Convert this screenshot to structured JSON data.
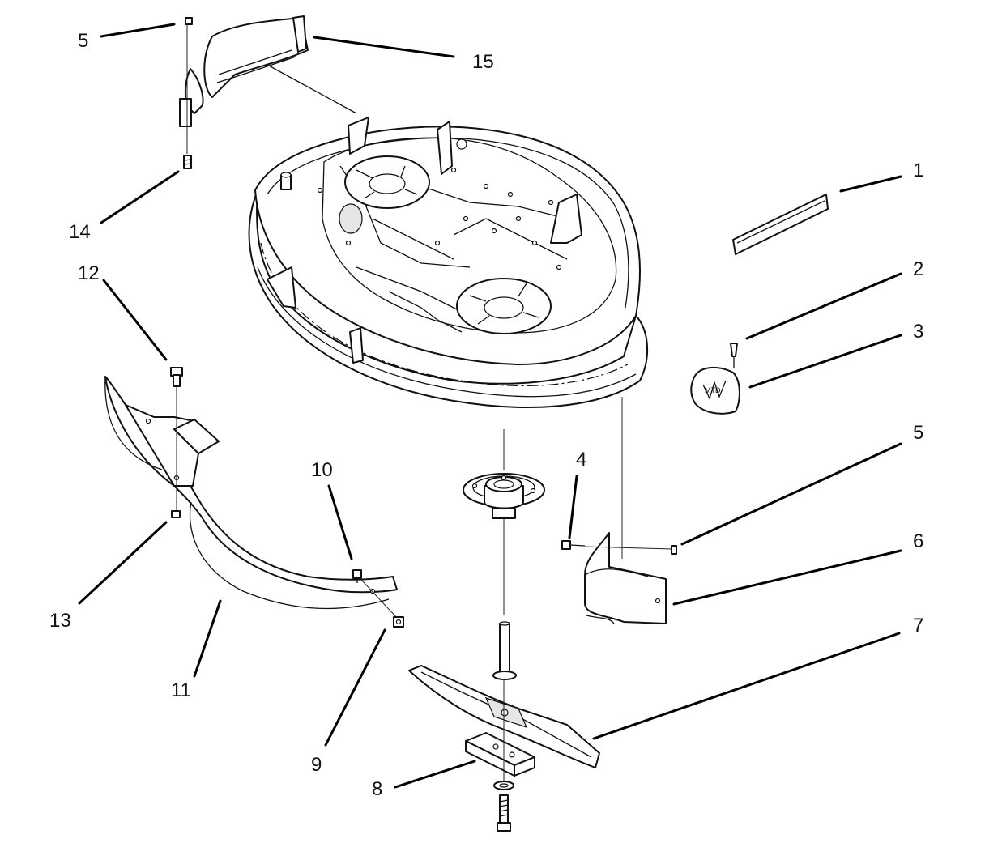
{
  "diagram": {
    "callouts": {
      "c1": "1",
      "c2": "2",
      "c3": "3",
      "c4": "4",
      "c5_top": "5",
      "c5_right": "5",
      "c6": "6",
      "c7": "7",
      "c8": "8",
      "c9": "9",
      "c10": "10",
      "c11": "11",
      "c12": "12",
      "c13": "13",
      "c14": "14",
      "c15": "15"
    },
    "logo_text": "MTD"
  }
}
